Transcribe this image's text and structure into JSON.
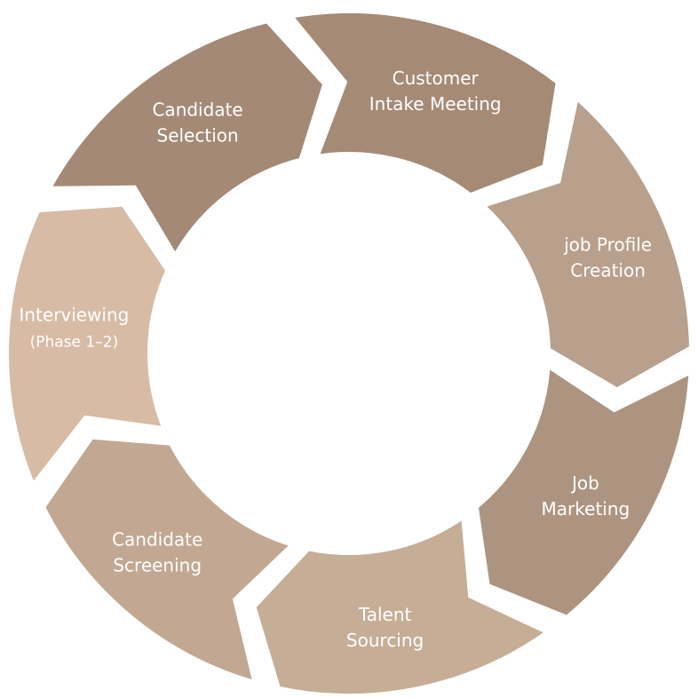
{
  "diagram": {
    "center_color": "#ffffff",
    "segments": [
      {
        "id": "customer-intake",
        "lines": [
          "Customer",
          "Intake Meeting"
        ],
        "color": "#a58a76"
      },
      {
        "id": "job-profile",
        "lines": [
          "job Profile",
          "Creation"
        ],
        "color": "#b8a08c"
      },
      {
        "id": "job-marketing",
        "lines": [
          "Job",
          "Marketing"
        ],
        "color": "#ad9480"
      },
      {
        "id": "talent-sourcing",
        "lines": [
          "Talent",
          "Sourcing"
        ],
        "color": "#c6ad96"
      },
      {
        "id": "candidate-screening",
        "lines": [
          "Candidate",
          "Screening"
        ],
        "color": "#c2a892"
      },
      {
        "id": "interviewing",
        "lines": [
          "Interviewing",
          "(Phase 1–2)"
        ],
        "color": "#d8bba5"
      },
      {
        "id": "candidate-selection",
        "lines": [
          "Candidate",
          "Selection"
        ],
        "color": "#a48a76"
      }
    ]
  }
}
